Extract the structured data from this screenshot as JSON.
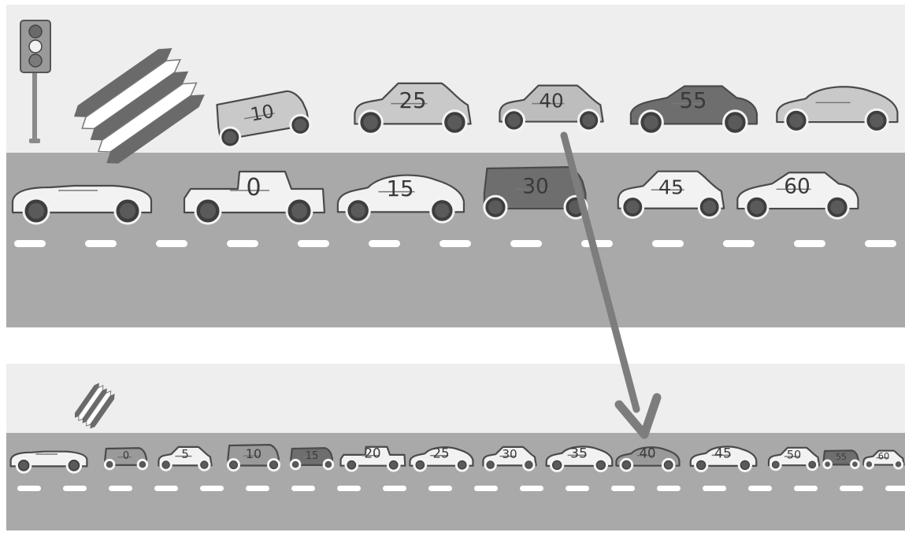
{
  "top": {
    "parked_labels": [
      "10",
      "25",
      "40",
      "55",
      ""
    ],
    "road_labels": [
      "",
      "0",
      "15",
      "30",
      "45",
      "60"
    ]
  },
  "bottom": {
    "road_labels": [
      "",
      "0",
      "5",
      "10",
      "15",
      "20",
      "25",
      "30",
      "35",
      "40",
      "45",
      "50",
      "55",
      "60"
    ]
  },
  "colors": {
    "road": "#a9a9a9",
    "sidewalk": "#eeeeee",
    "gap": "#ffffff",
    "lane_marking": "#ffffff",
    "arrow": "#7d7d7d"
  },
  "icons": [
    "traffic-light-icon",
    "crosswalk-icon",
    "arrow-icon"
  ]
}
